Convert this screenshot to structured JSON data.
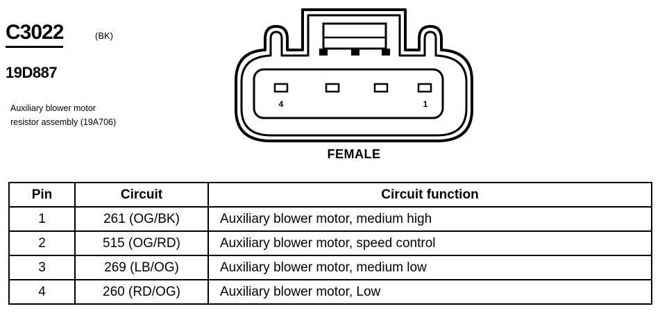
{
  "connector": {
    "id": "C3022",
    "color_code": "(BK)",
    "part_number": "19D887",
    "description": "Auxiliary blower motor resistor assembly (19A706)"
  },
  "diagram": {
    "view": "FEMALE",
    "pin_labels": {
      "left": "4",
      "right": "1"
    }
  },
  "table": {
    "headers": [
      "Pin",
      "Circuit",
      "Circuit function"
    ],
    "rows": [
      {
        "pin": "1",
        "circuit": "261 (OG/BK)",
        "function": "Auxiliary blower motor, medium high"
      },
      {
        "pin": "2",
        "circuit": "515 (OG/RD)",
        "function": "Auxiliary blower motor, speed control"
      },
      {
        "pin": "3",
        "circuit": "269 (LB/OG)",
        "function": "Auxiliary blower motor, medium low"
      },
      {
        "pin": "4",
        "circuit": "260 (RD/OG)",
        "function": "Auxiliary blower motor, Low"
      }
    ]
  }
}
